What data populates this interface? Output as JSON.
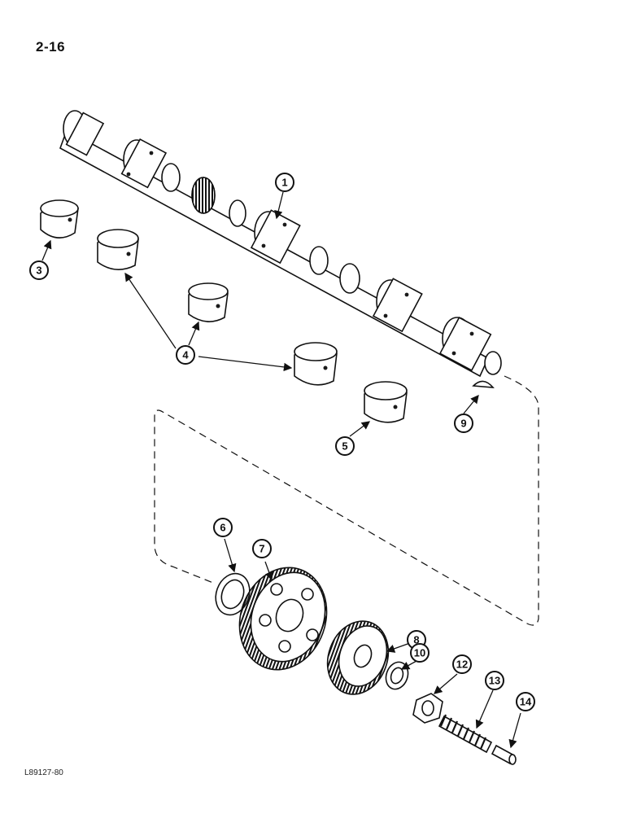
{
  "page": {
    "number": "2-16",
    "figure_code": "L89127-80"
  },
  "callouts": [
    {
      "id": "callout-1",
      "label": "1"
    },
    {
      "id": "callout-3",
      "label": "3"
    },
    {
      "id": "callout-4",
      "label": "4"
    },
    {
      "id": "callout-5",
      "label": "5"
    },
    {
      "id": "callout-6",
      "label": "6"
    },
    {
      "id": "callout-7",
      "label": "7"
    },
    {
      "id": "callout-8",
      "label": "8"
    },
    {
      "id": "callout-9",
      "label": "9"
    },
    {
      "id": "callout-10",
      "label": "10"
    },
    {
      "id": "callout-12",
      "label": "12"
    },
    {
      "id": "callout-13",
      "label": "13"
    },
    {
      "id": "callout-14",
      "label": "14"
    }
  ],
  "colors": {
    "ink": "#111111",
    "paper": "#ffffff"
  }
}
